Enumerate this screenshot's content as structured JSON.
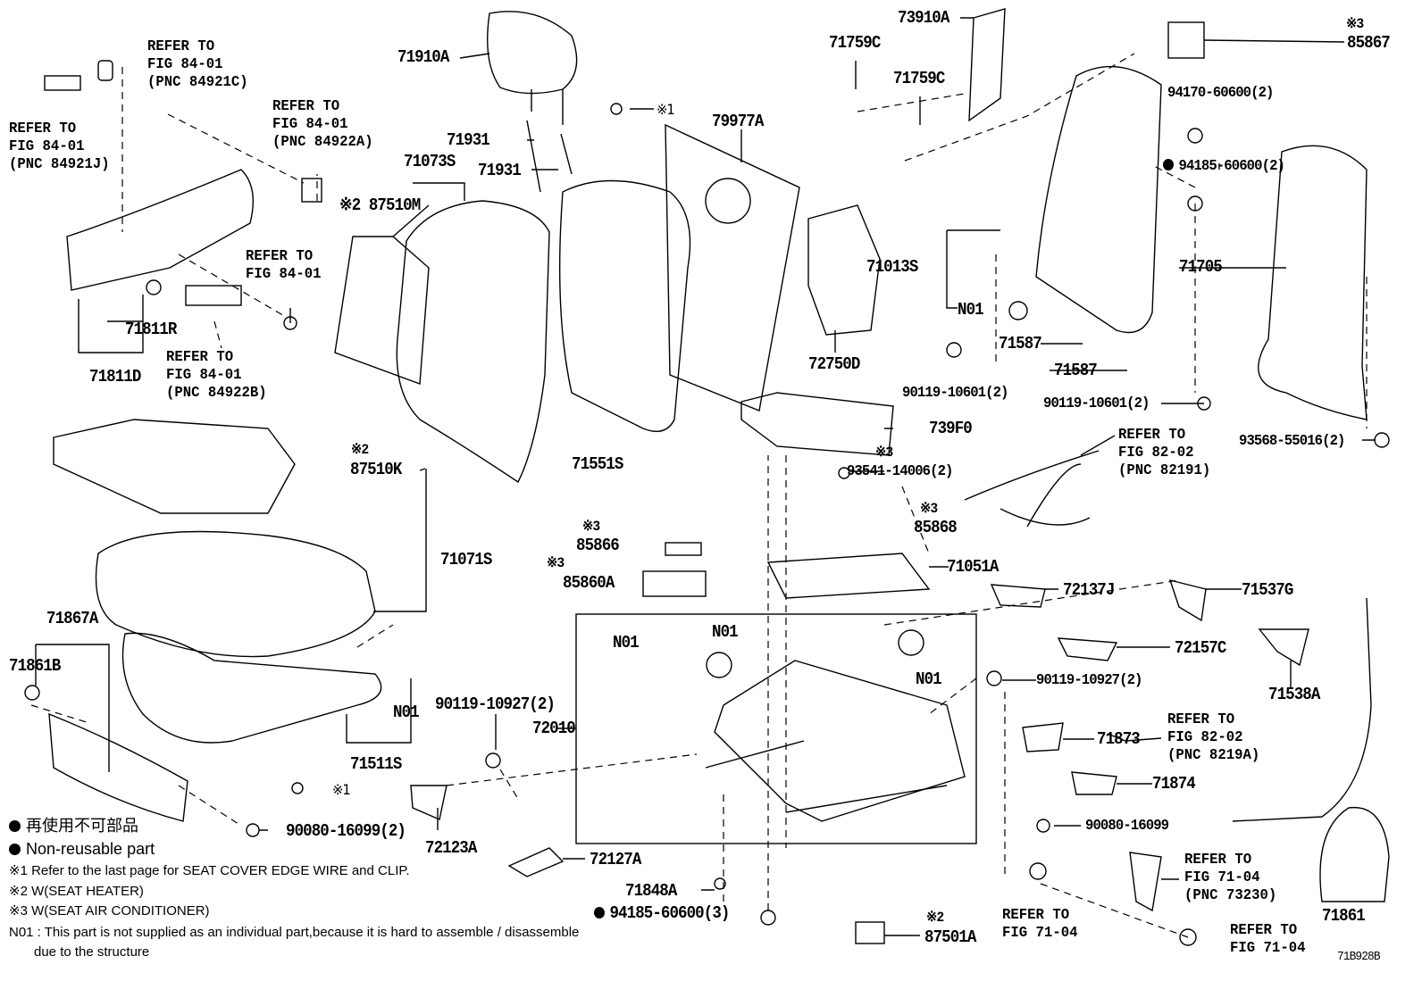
{
  "diagram_code": "71B928B",
  "labels": {
    "p71910A": "71910A",
    "p71931a": "71931",
    "p71931b": "71931",
    "p79977A": "79977A",
    "p71073S": "71073S",
    "p87510M": "※2 87510M",
    "p71811R": "71811R",
    "p71811D": "71811D",
    "m87510K": "※2",
    "p87510K": "87510K",
    "p71551S": "71551S",
    "p71071S": "71071S",
    "p71867A": "71867A",
    "p71861B": "71861B",
    "n01a": "N01",
    "p71511S": "71511S",
    "p90080a": "90080-16099(2)",
    "p72123A": "72123A",
    "p72127A": "72127A",
    "p71848A": "71848A",
    "p94185b": "94185-60600(3)",
    "m87501A": "※2",
    "p87501A": "87501A",
    "p90119a": "90119-10927(2)",
    "p72010": "72010",
    "n01b": "N01",
    "n01c": "N01",
    "n01d": "N01",
    "m85866": "※3",
    "p85866": "85866",
    "m85860A": "※3",
    "p85860A": "85860A",
    "p739F0": "739F0",
    "m93541": "※3",
    "p93541": "93541-14006(2)",
    "m85868": "※3",
    "p85868": "85868",
    "p71051A": "71051A",
    "p72137J": "72137J",
    "p71537G": "71537G",
    "p72157C": "72157C",
    "p71538A": "71538A",
    "p90119b": "90119-10927(2)",
    "p71873": "71873",
    "p71874": "71874",
    "p90080b": "90080-16099",
    "p71861": "71861",
    "p73910A": "73910A",
    "p71759Ca": "71759C",
    "p71759Cb": "71759C",
    "m85867": "※3",
    "p85867": "85867",
    "p94170": "94170-60600(2)",
    "p94185a": "94185-60600(2)",
    "p71013S": "71013S",
    "n01e": "N01",
    "p71705": "71705",
    "p72750D": "72750D",
    "p90119c": "90119-10601(2)",
    "p71587a": "71587",
    "p71587b": "71587",
    "p90119d": "90119-10601(2)",
    "p93568": "93568-55016(2)",
    "m1a": "※1",
    "m1b": "※1"
  },
  "refers": {
    "r84921C": [
      "REFER TO",
      "FIG 84-01",
      "(PNC 84921C)"
    ],
    "r84921J": [
      "REFER TO",
      "FIG 84-01",
      "(PNC 84921J)"
    ],
    "r84922A": [
      "REFER TO",
      "FIG 84-01",
      "(PNC 84922A)"
    ],
    "r8401": [
      "REFER TO",
      "FIG 84-01"
    ],
    "r84922B": [
      "REFER TO",
      "FIG 84-01",
      "(PNC 84922B)"
    ],
    "r82191": [
      "REFER TO",
      "FIG 82-02",
      "(PNC 82191)"
    ],
    "r8219A": [
      "REFER TO",
      "FIG 82-02",
      "(PNC 8219A)"
    ],
    "r73230": [
      "REFER TO",
      "FIG 71-04",
      "(PNC 73230)"
    ],
    "r7104a": [
      "REFER TO",
      "FIG 71-04"
    ],
    "r7104b": [
      "REFER TO",
      "FIG 71-04"
    ]
  },
  "legend": {
    "nonreusable_jp": "再使用不可部品",
    "nonreusable_en": "Non-reusable part",
    "note1": "※1  Refer to the last page for SEAT COVER EDGE WIRE and CLIP.",
    "note2": "※2  W(SEAT HEATER)",
    "note3": "※3  W(SEAT AIR CONDITIONER)",
    "n01_line1": "N01 : This part is not supplied as an individual part,because it is hard to assemble / disassemble",
    "n01_line2": "due to the structure"
  }
}
